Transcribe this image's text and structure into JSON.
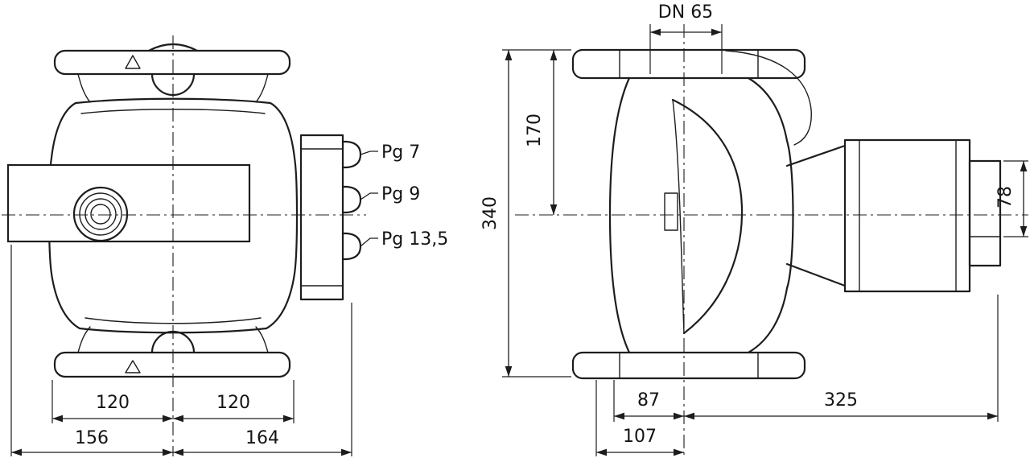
{
  "drawing": {
    "background": "#ffffff",
    "line_color": "#1d1d1d",
    "front_view": {
      "glands": [
        {
          "label": "Pg 7"
        },
        {
          "label": "Pg 9"
        },
        {
          "label": "Pg 13,5"
        }
      ],
      "dims": {
        "bolt_span_left": "120",
        "bolt_span_right": "120",
        "overall_left": "156",
        "overall_right": "164"
      }
    },
    "side_view": {
      "dims": {
        "nominal_diameter": "DN 65",
        "flange_to_center": "170",
        "overall_height": "340",
        "terminal_box_height": "78",
        "center_to_flange_face": "87",
        "center_to_motor_end": "325",
        "center_to_box_face": "107"
      }
    }
  }
}
